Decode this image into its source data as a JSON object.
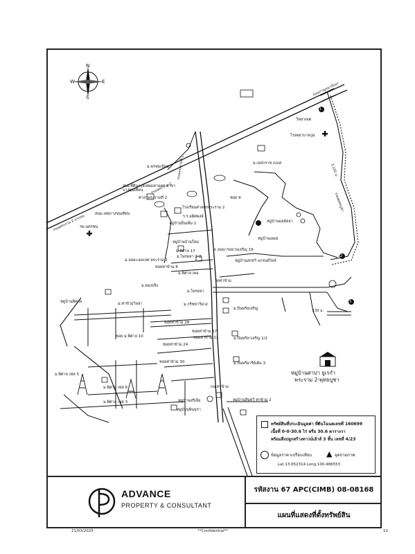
{
  "map": {
    "labels": {
      "school_top": "วิทยาเขต",
      "hospital_top": "โรงพยาบาลกูน",
      "area_bt": "ม.เลสกราช เบบส",
      "soi": "ซอย 9",
      "village_right": "หมู่บ้านม่อมัยอา",
      "village_right2": "หมู่บ้านเดอย",
      "road_19": "ถ.ลอนารอยานเจริญ 19",
      "village_sakon": "หมู่บ้านสกทวี แกรนด์วิลล์",
      "flat_a": "ม.พรหมเบีอน",
      "temple": "สมง.ที่ดินกรุงเทพมหานคร สาขาบางขุนเทียน",
      "temple2": "ศาลาพระรามที่ 2",
      "police": "สนม.เทอกางขุนเทียน",
      "hospital_left": "รพ.นครชน",
      "school_rama": "โรงเรียนศาสตรพระราม 2",
      "rr_school": "ร.ร.อดิศพงษ์",
      "village_tonpeng": "หมู่บ้านปิ่นเพิ่ม 2",
      "village_tanmai": "หมู่บ้านบ้านใหม่",
      "phet17": "ม.พิศาล 17",
      "phetmakam": "ม.ไพรดลา 1-2",
      "lorm_rama2": "ม.ลลอะเออเจต พระราม 2",
      "temple_chai": "วัดท่าข้าม",
      "soi_tha8": "ซอยท่าข้าม 8",
      "moo_pirlao": "ม.พิศาล เพอ",
      "phraila": "ม.ไพรดลา",
      "phong": "ม.ทองปรีง",
      "kritsana": "ม.กริชทาวีพ่วง่",
      "pueng": "ม.ปินพรีลเจริญ",
      "village_phisan": "หมู่บ้านพิศาล",
      "thakham_vid": "ม.ท่าข้ามวิลล่า",
      "soi28": "ซอยท่าข้าม 28",
      "soi17": "ซอยท่าข้าม 17",
      "soi21": "ซอยท่าข้าม 21",
      "soi30": "ซอยท่าข้าม 30",
      "phisan10": "ซอย ม.พิศาล 10",
      "soi24": "ซอยท่าข้าม 24",
      "pin12": "ม.ปินพรีลาเจริญ 1/2",
      "phisan5": "ม.พิศาล เฟส 5",
      "phisan6": "ม.พิศาล เฟส 6",
      "phisan3": "ม.พิศาล เฟส 3",
      "pin3": "ม.ปินพรีอารีย์เดิม 3",
      "village_sariy": "หมู่บ้านสรีเอ็ย",
      "village_pinn": "หมู่บ้านพินนรา",
      "tha_kham": "ถน.ท่าข้าม",
      "village_thakham2": "หมู่บ้านสินทวี ท่าข้าม 2",
      "road_main": "ถนนพระราม 2",
      "road_kanch": "ถนนกาญจนาภิเษก",
      "road_140": "130 ม.",
      "road_3100": "3,100 ม.",
      "road_bang": "ถนนพุทธบูชา",
      "road_ekachai": "ถนนพระรามที่ 2",
      "road_phraram": "ถนนพระราม 2-ปากท่อ",
      "subject_1": "หมู่บ้านศาปา ยูเรกำ",
      "subject_2": "พระราม 2-พุทธบูชา",
      "north": "N",
      "south": "S",
      "east": "E",
      "west": "W"
    },
    "marker_numbers": [
      "1",
      "2",
      "3"
    ]
  },
  "infobox": {
    "line1": "ทรัพย์สินที่ประเมินมูลค่า ที่ดินโฉนดเลขที่ 160699",
    "line2": "เนื้อที่ 0-0-30.6 ไร่ หรือ 30.6 ตารางวา",
    "line3": "พร้อมสิ่งปลูกสร้างทาวน์เฮ้าส์ 3 ชั้น  เลขที่ 4/23",
    "legend_circle": "ข้อมูลราคาเปรียบเทียบ",
    "legend_photo": "จุดถ่ายภาพ",
    "coords": "Lat.13.652314 Long.100.466553"
  },
  "titleblock": {
    "company": "ADVANCE",
    "subtitle": "PROPERTY & CONSULTANT",
    "code": "รหัสงาน  67 APC(CIMB) 08-08168",
    "map_title": "แผนที่แสดงที่ตั้งทรัพย์สิน"
  },
  "footer": {
    "date": "21/03/2025",
    "confidential": "**Confidential**",
    "page": "11"
  }
}
